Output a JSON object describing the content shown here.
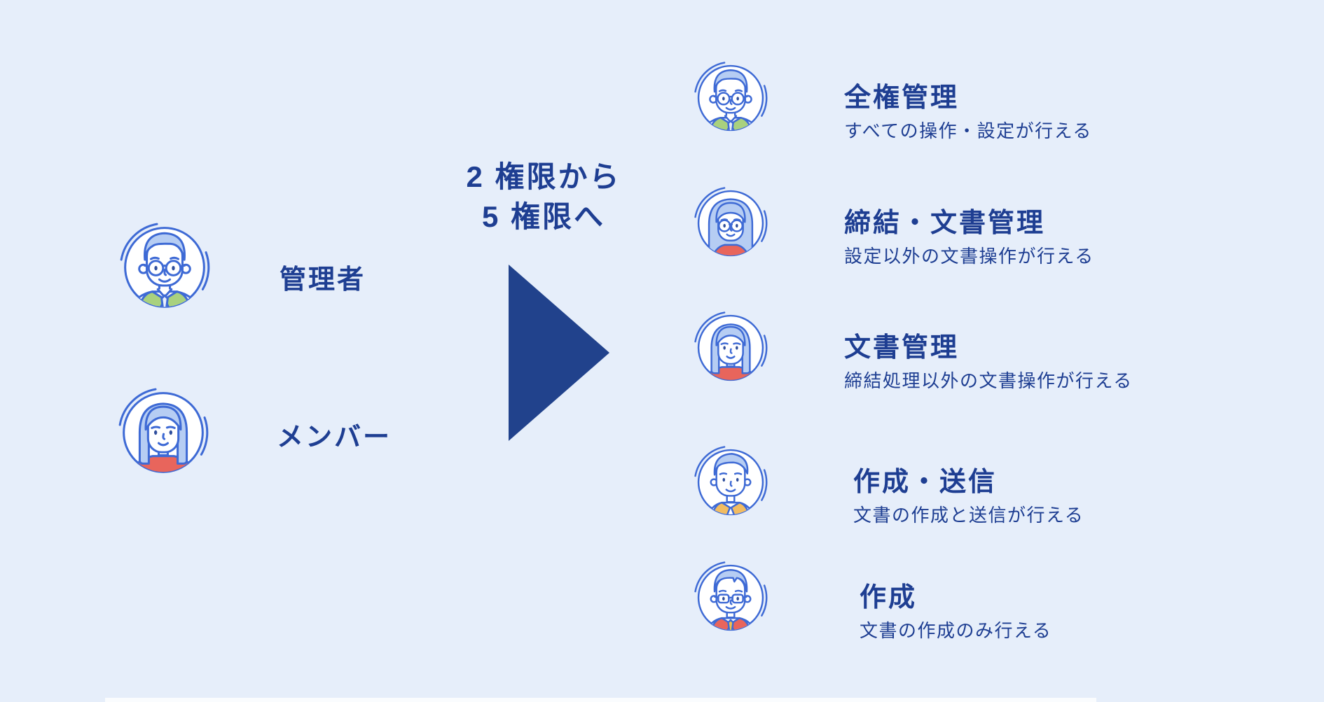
{
  "colors": {
    "background": "#E6EEFA",
    "text_navy": "#1E3E92",
    "arrow_navy": "#21428C",
    "outline_blue": "#3E6AD5",
    "hair_blue": "#B6CDF3",
    "accent_red": "#E8655C",
    "accent_green": "#A9D17E",
    "accent_orange": "#F2BC61",
    "accent_yellow": "#F1C24F"
  },
  "left_roles": [
    {
      "label": "管理者",
      "avatar_icon": "man-glasses-green-vest-avatar"
    },
    {
      "label": "メンバー",
      "avatar_icon": "woman-bob-red-top-avatar"
    }
  ],
  "transition": {
    "line1": "2 権限から",
    "line2": "5 権限へ",
    "arrow_icon": "right-triangle-arrow"
  },
  "right_roles": [
    {
      "title": "全権管理",
      "description": "すべての操作・設定が行える",
      "avatar_icon": "man-glasses-green-vest-avatar"
    },
    {
      "title": "締結・文書管理",
      "description": "設定以外の文書操作が行える",
      "avatar_icon": "woman-long-hair-glasses-avatar"
    },
    {
      "title": "文書管理",
      "description": "締結処理以外の文書操作が行える",
      "avatar_icon": "woman-bob-red-top-avatar"
    },
    {
      "title": "作成・送信",
      "description": "文書の作成と送信が行える",
      "avatar_icon": "young-man-orange-jacket-avatar"
    },
    {
      "title": "作成",
      "description": "文書の作成のみ行える",
      "avatar_icon": "man-glasses-red-jacket-avatar"
    }
  ]
}
